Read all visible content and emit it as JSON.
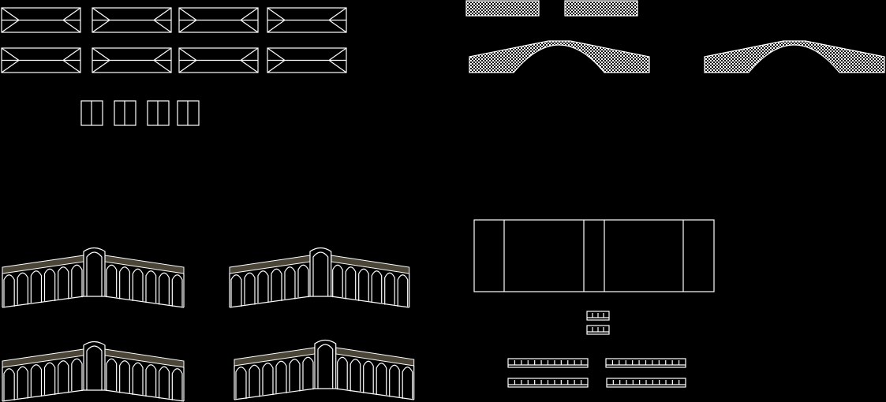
{
  "canvas": {
    "background": "#000000",
    "line_color": "#ffffff",
    "roof_band_color": "#4a4536"
  },
  "drawing": {
    "roof_plans": 8,
    "small_panels": 4,
    "hatched_blocks": 2,
    "arch_sections": 2,
    "bridge_elevations": 4,
    "railing_strips": 6
  }
}
